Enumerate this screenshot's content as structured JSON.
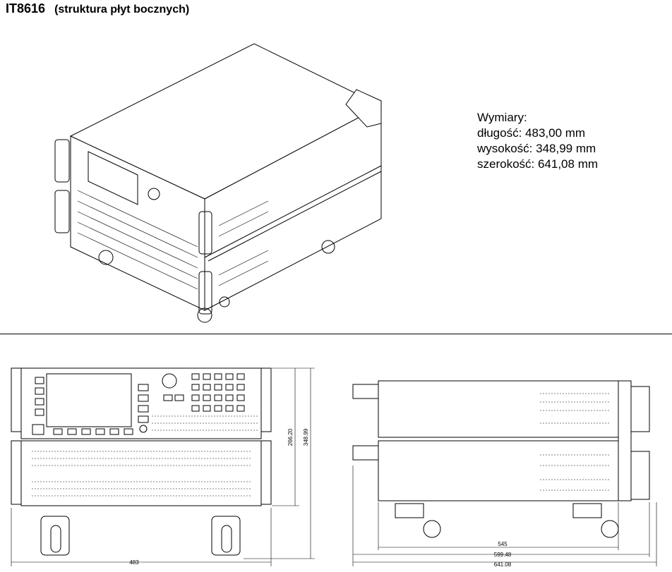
{
  "title": {
    "model": "IT8616",
    "subtitle": "(struktura płyt bocznych)"
  },
  "dimensions": {
    "heading": "Wymiary:",
    "length": "długość: 483,00 mm",
    "height": "wysokość: 348,99 mm",
    "width": "szerokość: 641,08 mm"
  },
  "drawing_labels": {
    "front_inner_height": "266.20",
    "front_total_height": "348.99",
    "front_width": "483",
    "side_depth_body": "545",
    "side_depth_handles": "599.48",
    "side_depth_total": "641.08"
  }
}
